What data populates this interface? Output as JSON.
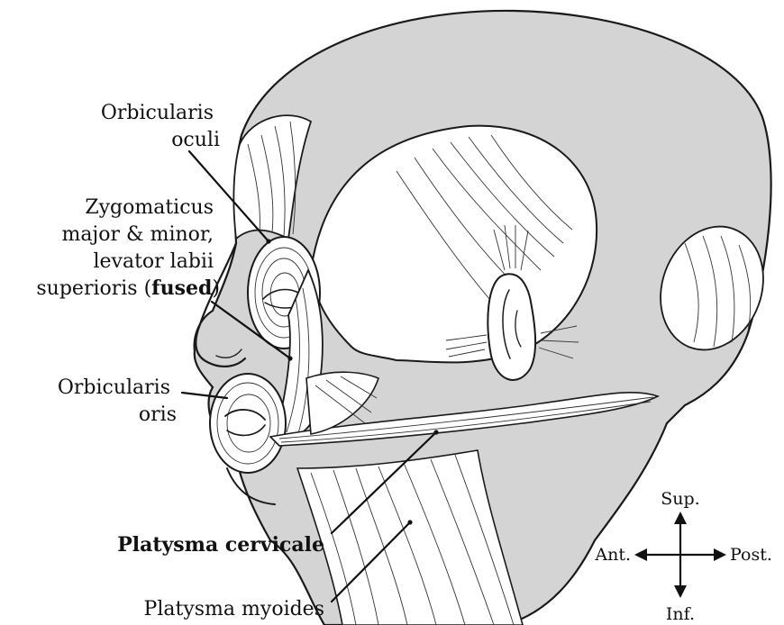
{
  "labels": {
    "orbicularis_oculi": [
      "Orbicularis",
      "oculi"
    ],
    "zygomaticus": [
      "Zygomaticus",
      "major & minor,",
      "levator labii"
    ],
    "zygomaticus_last_prefix": "superioris (",
    "zygomaticus_last_bold": "fused",
    "zygomaticus_last_suffix": ")",
    "orbicularis_oris": [
      "Orbicularis",
      "oris"
    ],
    "platysma_cervicale": "Platysma cervicale",
    "platysma_myoides": "Platysma myoides"
  },
  "compass": {
    "superior": "Sup.",
    "inferior": "Inf.",
    "anterior": "Ant.",
    "posterior": "Post."
  },
  "colors": {
    "skin_fill": "#d4d4d4",
    "ink": "#111111",
    "background": "#ffffff"
  }
}
